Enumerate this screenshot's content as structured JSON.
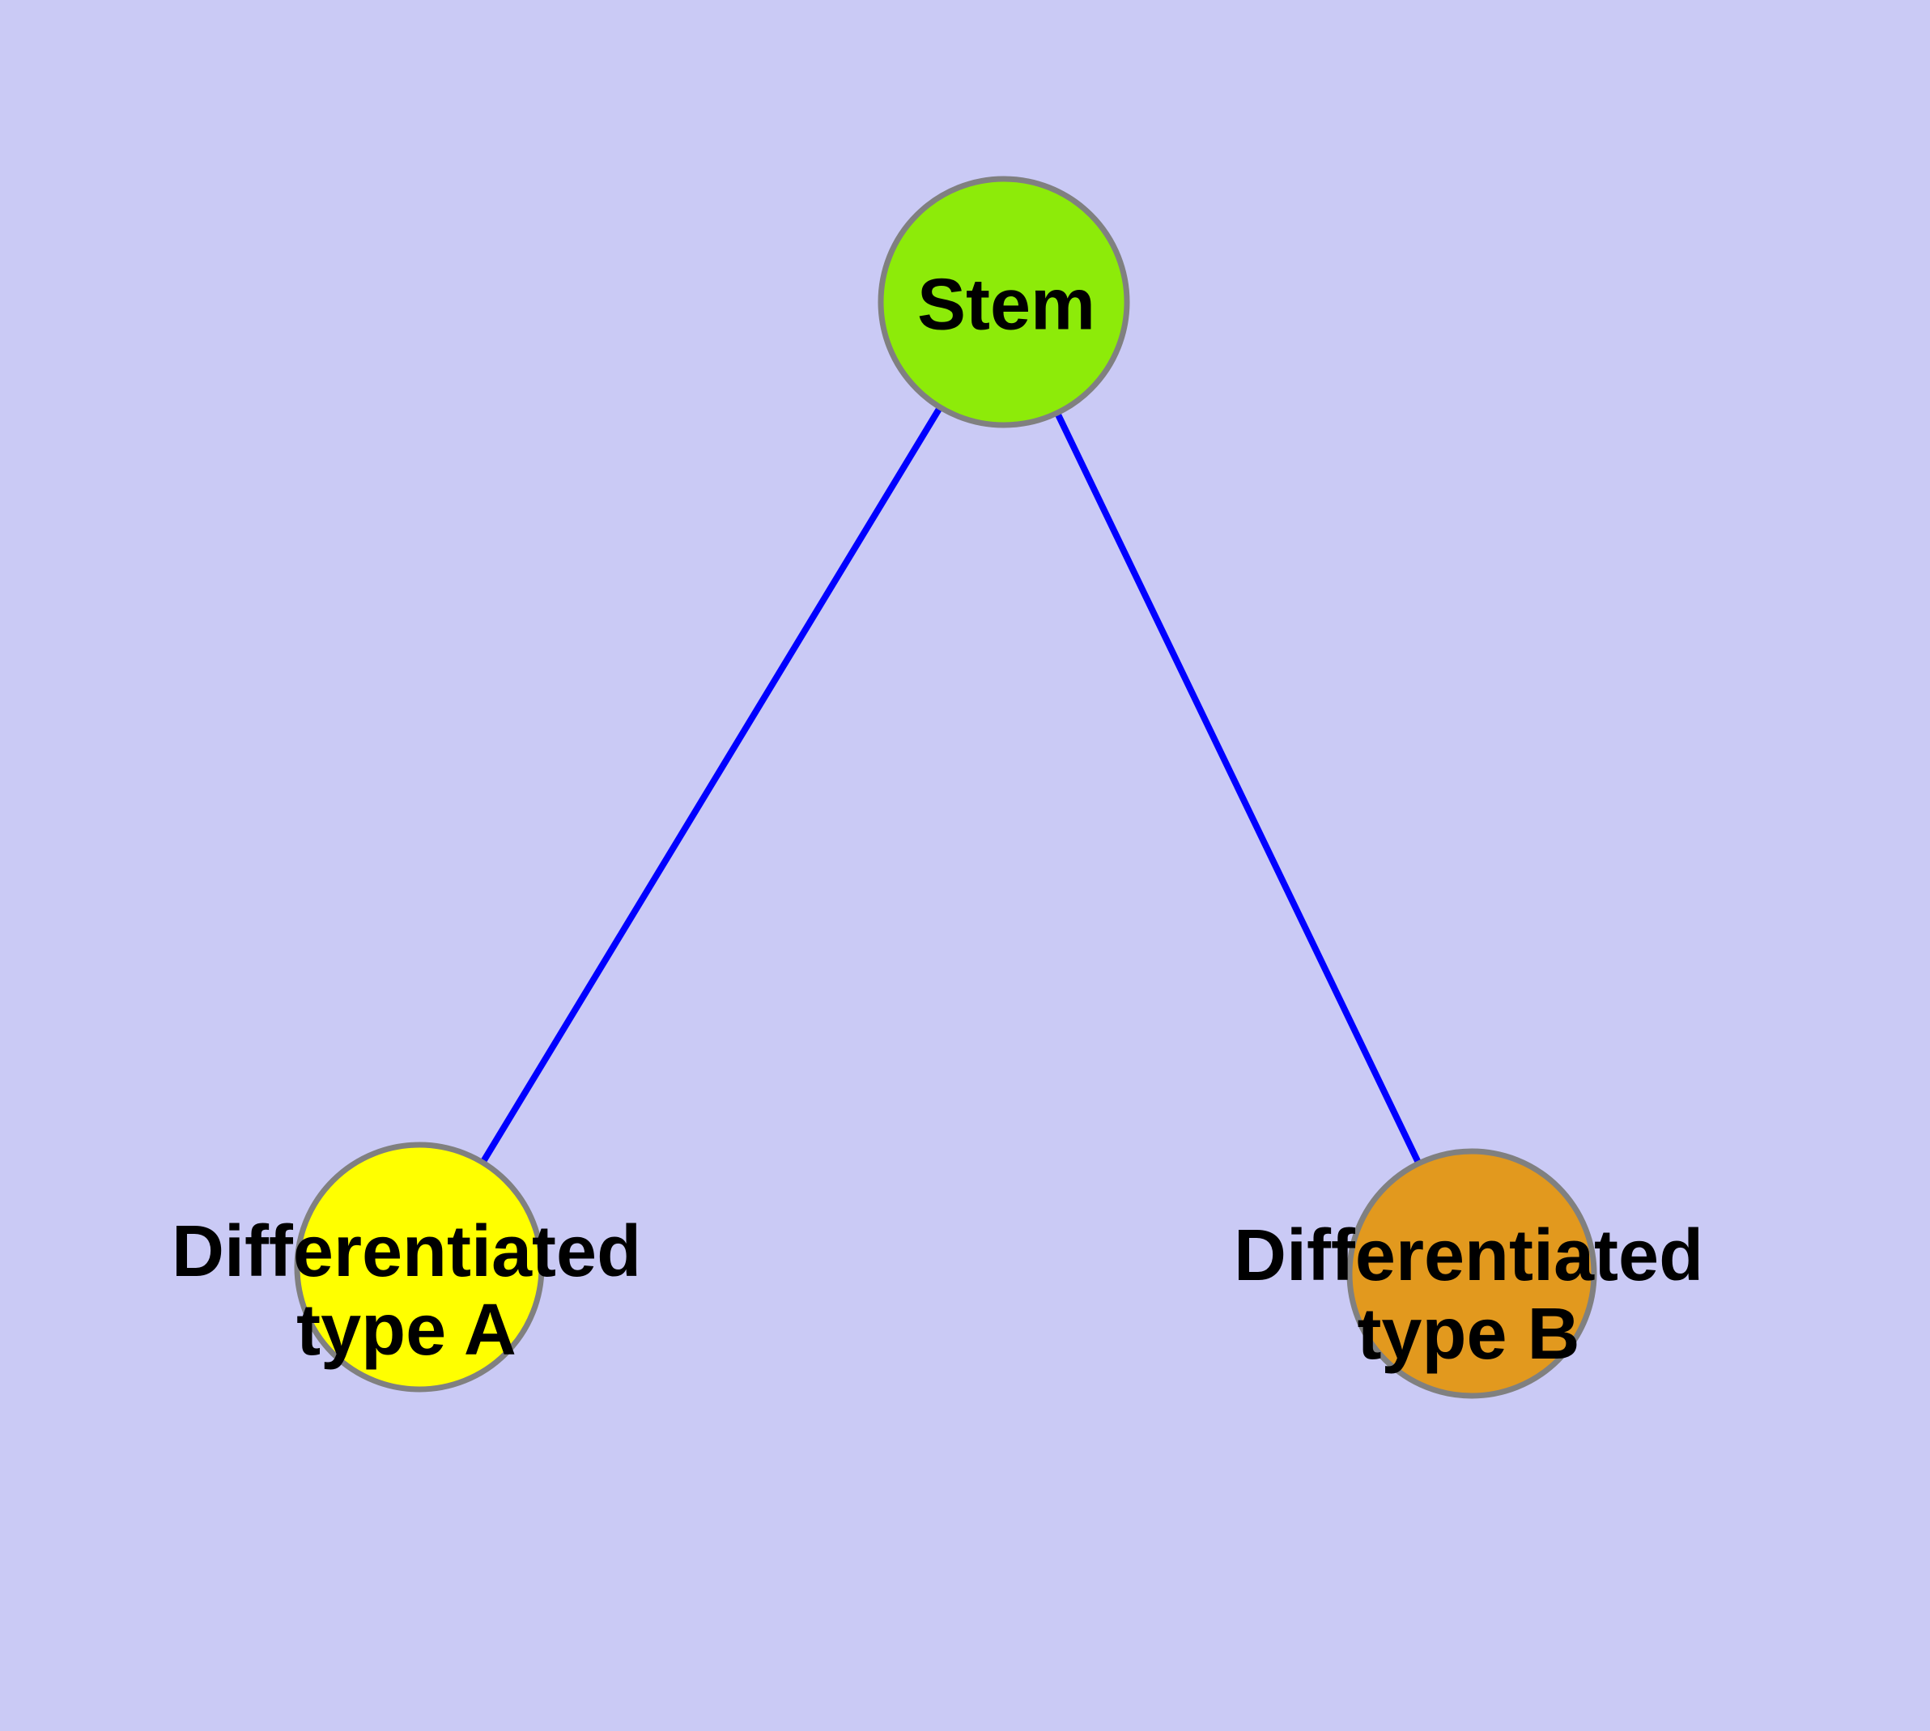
{
  "diagram": {
    "background_color": "#CACAF5",
    "edge_color": "#0000FF",
    "node_border_color": "#808080",
    "nodes": {
      "stem": {
        "label": "Stem",
        "fill": "#8DEB09"
      },
      "type_a": {
        "label_line1": "Differentiated",
        "label_line2": "type A",
        "fill": "#FFFF00"
      },
      "type_b": {
        "label_line1": "Differentiated",
        "label_line2": "type B",
        "fill": "#E2991E"
      }
    },
    "edges": [
      {
        "from": "Stem",
        "to": "Differentiated type A"
      },
      {
        "from": "Stem",
        "to": "Differentiated type B"
      }
    ]
  }
}
